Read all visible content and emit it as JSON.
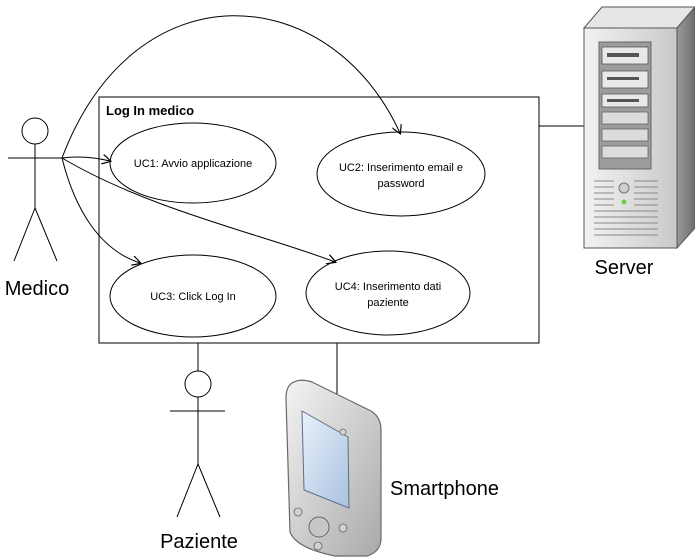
{
  "system_boundary": {
    "title": "Log In medico"
  },
  "actors": {
    "medico": "Medico",
    "paziente": "Paziente",
    "server": "Server",
    "smartphone": "Smartphone"
  },
  "use_cases": {
    "uc1": [
      "UC1: Avvio applicazione"
    ],
    "uc2": [
      "UC2: Inserimento email e",
      "password"
    ],
    "uc3": [
      "UC3: Click Log In"
    ],
    "uc4": [
      "UC4: Inserimento dati",
      "paziente"
    ]
  }
}
